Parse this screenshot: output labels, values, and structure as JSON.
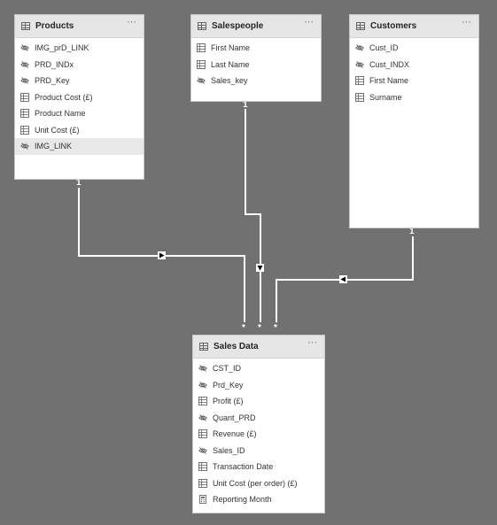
{
  "tables": {
    "products": {
      "title": "Products",
      "menu": "···",
      "fields": [
        {
          "label": "IMG_prD_LINK",
          "icon": "hidden-icon"
        },
        {
          "label": "PRD_INDx",
          "icon": "hidden-icon"
        },
        {
          "label": "PRD_Key",
          "icon": "hidden-icon"
        },
        {
          "label": "Product Cost (£)",
          "icon": "column-icon"
        },
        {
          "label": "Product Name",
          "icon": "column-icon"
        },
        {
          "label": "Unit Cost (£)",
          "icon": "column-icon"
        },
        {
          "label": "IMG_LINK",
          "icon": "hidden-icon"
        }
      ]
    },
    "salespeople": {
      "title": "Salespeople",
      "menu": "···",
      "fields": [
        {
          "label": "First Name",
          "icon": "column-icon"
        },
        {
          "label": "Last Name",
          "icon": "column-icon"
        },
        {
          "label": "Sales_key",
          "icon": "hidden-icon"
        }
      ]
    },
    "customers": {
      "title": "Customers",
      "menu": "···",
      "fields": [
        {
          "label": "Cust_ID",
          "icon": "hidden-icon"
        },
        {
          "label": "Cust_INDX",
          "icon": "hidden-icon"
        },
        {
          "label": "First Name",
          "icon": "column-icon"
        },
        {
          "label": "Surname",
          "icon": "column-icon"
        }
      ]
    },
    "sales_data": {
      "title": "Sales Data",
      "menu": "···",
      "fields": [
        {
          "label": "CST_ID",
          "icon": "hidden-icon"
        },
        {
          "label": "Prd_Key",
          "icon": "hidden-icon"
        },
        {
          "label": "Profit (£)",
          "icon": "column-icon"
        },
        {
          "label": "Quant_PRD",
          "icon": "hidden-icon"
        },
        {
          "label": "Revenue (£)",
          "icon": "column-icon"
        },
        {
          "label": "Sales_ID",
          "icon": "hidden-icon"
        },
        {
          "label": "Transaction Date",
          "icon": "column-icon"
        },
        {
          "label": "Unit Cost (per order) (£)",
          "icon": "column-icon"
        },
        {
          "label": "Reporting Month",
          "icon": "measure-icon"
        }
      ]
    }
  },
  "relationships": {
    "one_label": "1",
    "many_label": "*"
  },
  "colors": {
    "canvas": "#717171",
    "card_header": "#e6e6e6",
    "line": "#ffffff"
  }
}
